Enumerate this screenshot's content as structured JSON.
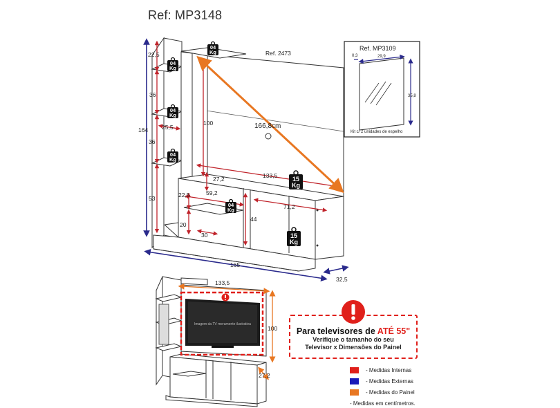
{
  "title": "Ref: MP3148",
  "panel_ref": "Ref. 2473",
  "mirror_ref": "Ref. MP3109",
  "mirror_note": "Kit c/ 2 unidades de espelho",
  "mirror_dims": {
    "thickness": "0,3",
    "width": "29,9",
    "height": "35,8"
  },
  "dims_main": {
    "d22_5_top": "22,5",
    "d36_a": "36",
    "d25_5": "25,5",
    "d36_b": "36",
    "d164": "164",
    "d53": "53",
    "d100": "100",
    "d166_8": "166,8cm",
    "d133_5": "133,5",
    "d27_2": "27,2",
    "d59_2": "59,2",
    "d22_5_low": "22,5",
    "d71_2": "71,2",
    "d20": "20",
    "d44": "44",
    "d30": "30",
    "d165": "165",
    "d32_5": "32,5"
  },
  "weights": {
    "shelf": [
      "04",
      "Kg"
    ],
    "top": [
      "04",
      "Kg"
    ],
    "big": [
      "15",
      "Kg"
    ]
  },
  "dims_small": {
    "width": "133,5",
    "height": "100",
    "depth": "27,2"
  },
  "tv_caption": "Imagem da TV meramente ilustrativa",
  "warning": {
    "title_prefix": "Para televisores de ",
    "title_highlight": "ATÉ 55\"",
    "line1": "Verifique o tamanho do seu",
    "line2": "Televisor x Dimensões do Painel"
  },
  "legend": {
    "items": [
      {
        "label": "- Medidas Internas",
        "color": "#e0201b"
      },
      {
        "label": "- Medidas Externas",
        "color": "#1a1ab8"
      },
      {
        "label": "- Medidas do Painel",
        "color": "#e87722"
      }
    ],
    "note": "- Medidas em centímetros."
  },
  "colors": {
    "internal": "#c0242b",
    "external": "#2a2a8c",
    "panel": "#e87722",
    "line": "#333333"
  }
}
